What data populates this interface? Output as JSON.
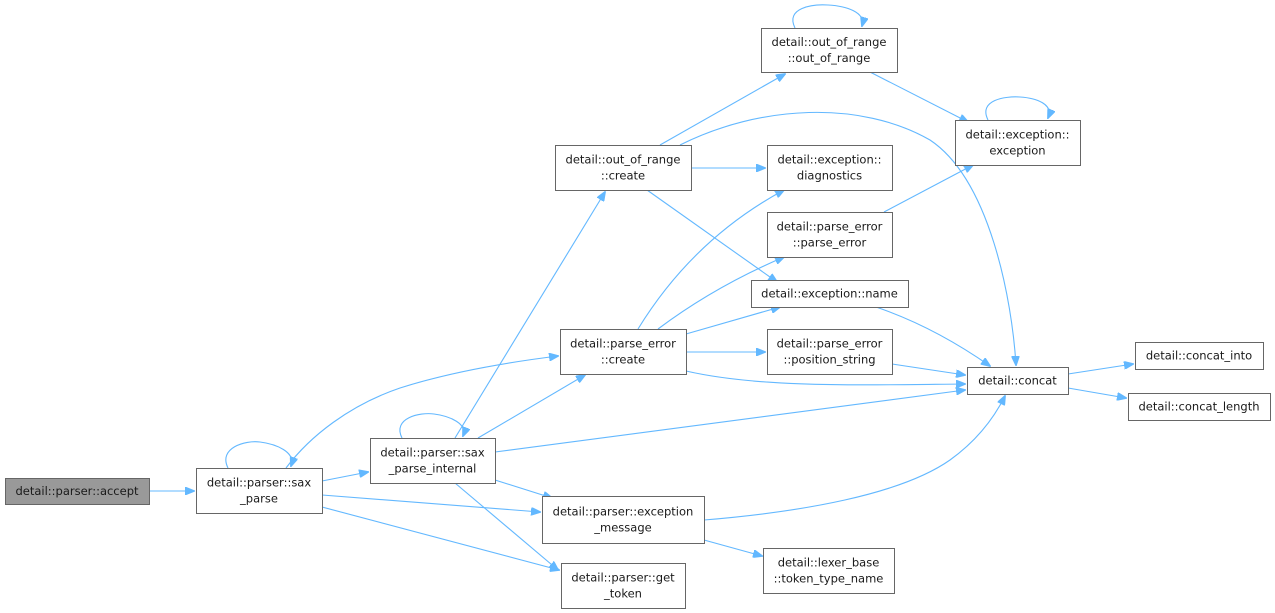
{
  "graph": {
    "edge_color": "#63b8ff",
    "root_fill": "#999999",
    "nodes": [
      {
        "id": "accept",
        "lines": [
          "detail::parser::accept"
        ],
        "root": true
      },
      {
        "id": "sax_parse",
        "lines": [
          "detail::parser::sax",
          "_parse"
        ]
      },
      {
        "id": "sax_parse_internal",
        "lines": [
          "detail::parser::sax",
          "_parse_internal"
        ]
      },
      {
        "id": "oor_create",
        "lines": [
          "detail::out_of_range",
          "::create"
        ]
      },
      {
        "id": "oor_ctor",
        "lines": [
          "detail::out_of_range",
          "::out_of_range"
        ]
      },
      {
        "id": "exc_ctor",
        "lines": [
          "detail::exception::",
          "exception"
        ]
      },
      {
        "id": "diagnostics",
        "lines": [
          "detail::exception::",
          "diagnostics"
        ]
      },
      {
        "id": "pe_ctor",
        "lines": [
          "detail::parse_error",
          "::parse_error"
        ]
      },
      {
        "id": "exc_name",
        "lines": [
          "detail::exception::name"
        ]
      },
      {
        "id": "pe_create",
        "lines": [
          "detail::parse_error",
          "::create"
        ]
      },
      {
        "id": "position_string",
        "lines": [
          "detail::parse_error",
          "::position_string"
        ]
      },
      {
        "id": "concat",
        "lines": [
          "detail::concat"
        ]
      },
      {
        "id": "concat_into",
        "lines": [
          "detail::concat_into"
        ]
      },
      {
        "id": "concat_length",
        "lines": [
          "detail::concat_length"
        ]
      },
      {
        "id": "exception_message",
        "lines": [
          "detail::parser::exception",
          "_message"
        ]
      },
      {
        "id": "token_type_name",
        "lines": [
          "detail::lexer_base",
          "::token_type_name"
        ]
      },
      {
        "id": "get_token",
        "lines": [
          "detail::parser::get",
          "_token"
        ]
      }
    ]
  }
}
